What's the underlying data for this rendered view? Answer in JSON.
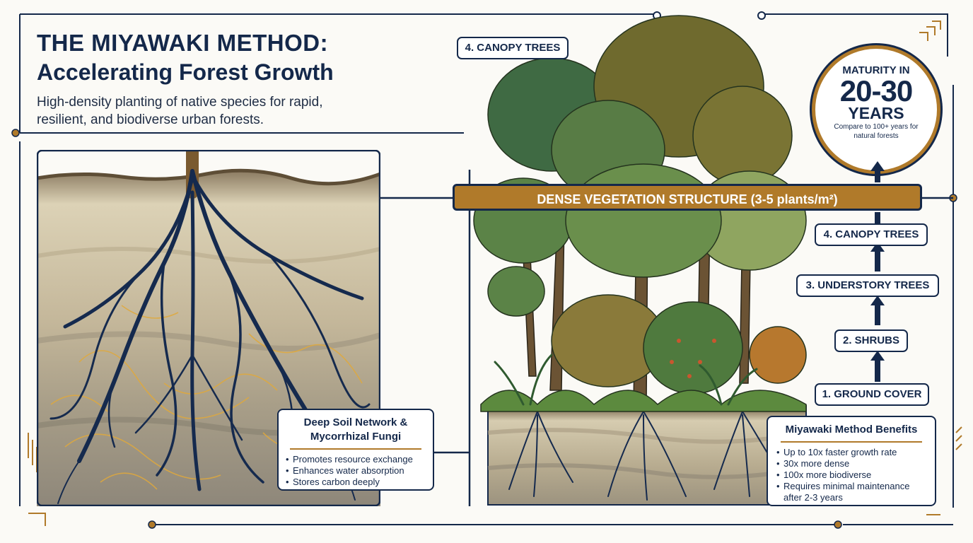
{
  "header": {
    "title_line1": "THE MIYAWAKI METHOD:",
    "title_line2": "Accelerating Forest Growth",
    "subtitle": "High-density planting of native species for rapid, resilient, and biodiverse urban forests."
  },
  "top_label": "4. CANOPY TREES",
  "banner": "DENSE VEGETATION STRUCTURE (3-5 plants/m²)",
  "badge": {
    "line1": "MATURITY IN",
    "line2": "20-30",
    "line3": "YEARS",
    "note": "Compare to 100+ years for natural forests"
  },
  "layers": [
    {
      "label": "4. CANOPY TREES"
    },
    {
      "label": "3. UNDERSTORY TREES"
    },
    {
      "label": "2. SHRUBS"
    },
    {
      "label": "1. GROUND COVER"
    }
  ],
  "soil_card": {
    "title": "Deep Soil Network & Mycorrhizal Fungi",
    "items": [
      "Promotes resource exchange",
      "Enhances water absorption",
      "Stores carbon deeply"
    ]
  },
  "benefits_card": {
    "title": "Miyawaki Method Benefits",
    "items": [
      "Up to 10x faster growth rate",
      "30x more dense",
      "100x more biodiverse",
      "Requires minimal maintenance after 2-3 years"
    ]
  },
  "colors": {
    "navy": "#14284a",
    "gold": "#b07a2a",
    "soil_light": "#d8cdb0",
    "soil_dark": "#8f8776",
    "leaf_dark": "#3f6a43",
    "leaf_olive": "#6f6a2e",
    "leaf_light": "#7ea25a"
  }
}
